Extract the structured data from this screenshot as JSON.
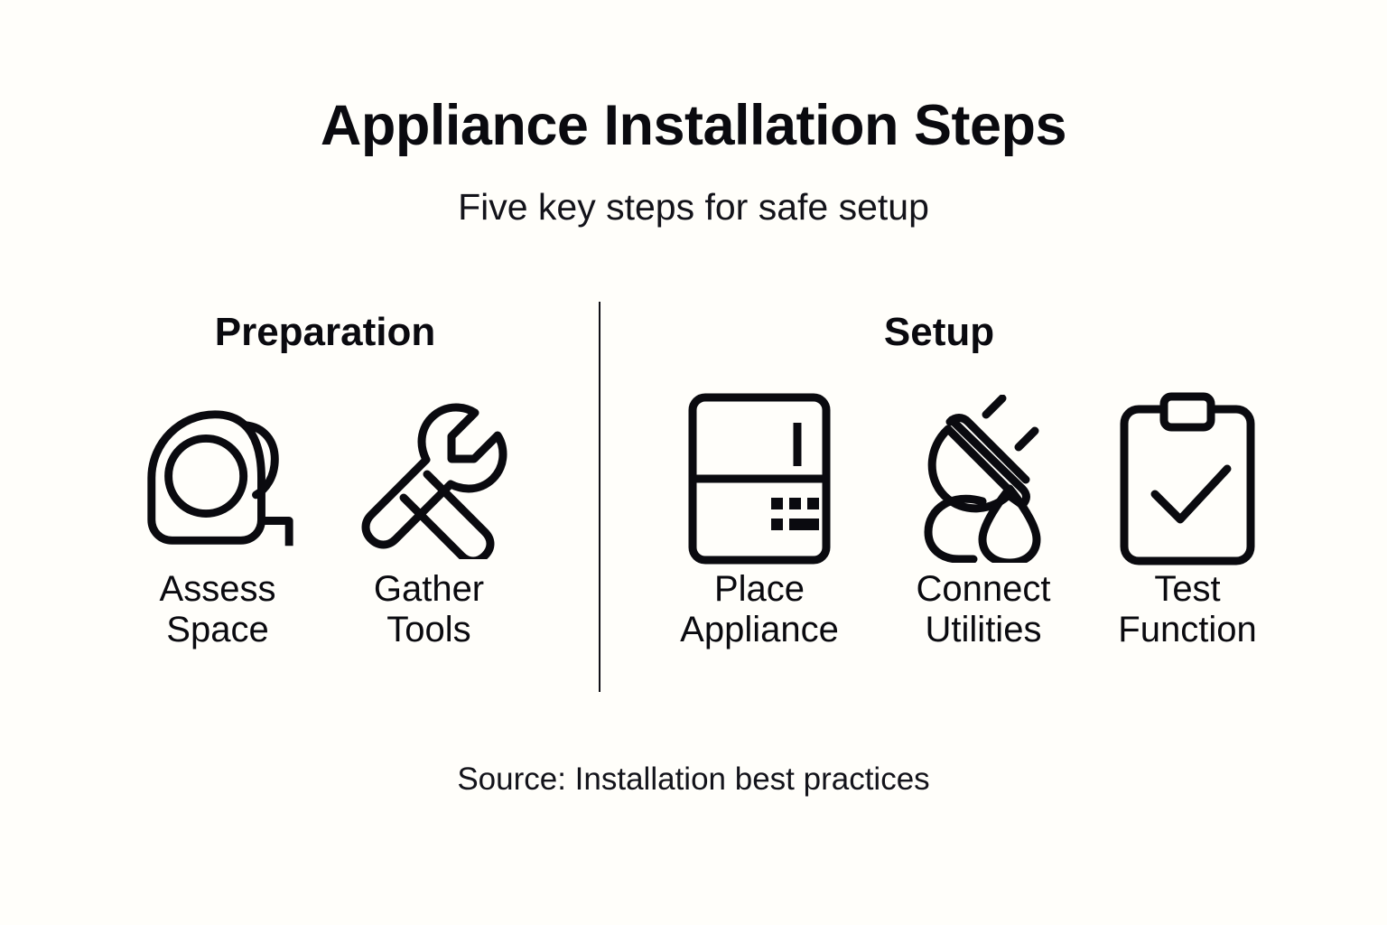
{
  "header": {
    "title": "Appliance Installation Steps",
    "subtitle": "Five key steps for safe setup"
  },
  "groups": [
    {
      "name": "Preparation",
      "items": [
        {
          "label": "Assess\nSpace",
          "icon": "tape-measure-icon"
        },
        {
          "label": "Gather\nTools",
          "icon": "wrench-tools-icon"
        }
      ]
    },
    {
      "name": "Setup",
      "items": [
        {
          "label": "Place\nAppliance",
          "icon": "refrigerator-icon"
        },
        {
          "label": "Connect\nUtilities",
          "icon": "plug-waterdrop-icon"
        },
        {
          "label": "Test\nFunction",
          "icon": "clipboard-check-icon"
        }
      ]
    }
  ],
  "footer": {
    "source": "Source: Installation best practices"
  },
  "colors": {
    "background": "#FFFEFA",
    "ink": "#0A0A0F",
    "divider": "#111118"
  }
}
